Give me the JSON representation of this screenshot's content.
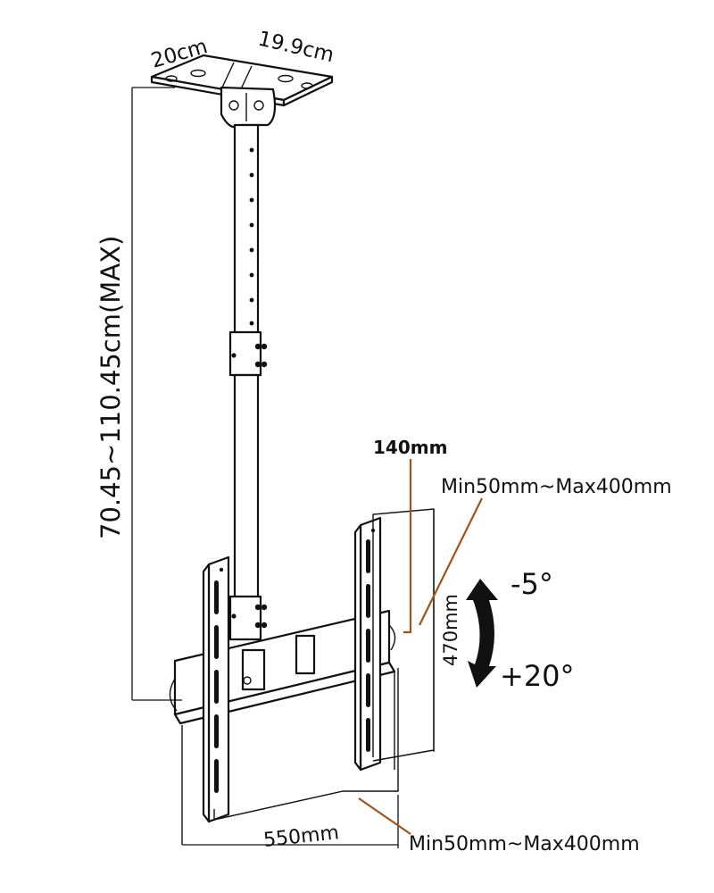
{
  "labels": {
    "plate_width": "20cm",
    "plate_depth": "19.9cm",
    "pole_height": "70.45~110.45cm(MAX)",
    "arm_spacing": "140mm",
    "vesa_top": "Min50mm~Max400mm",
    "panel_height": "470mm",
    "tilt_up": "-5°",
    "tilt_down": "+20°",
    "panel_width": "550mm",
    "vesa_bottom": "Min50mm~Max400mm"
  },
  "colors": {
    "ink": "#111111",
    "leader": "#a0541a",
    "background": "#ffffff"
  },
  "icons": {
    "tilt": "curved-double-arrow-icon"
  }
}
